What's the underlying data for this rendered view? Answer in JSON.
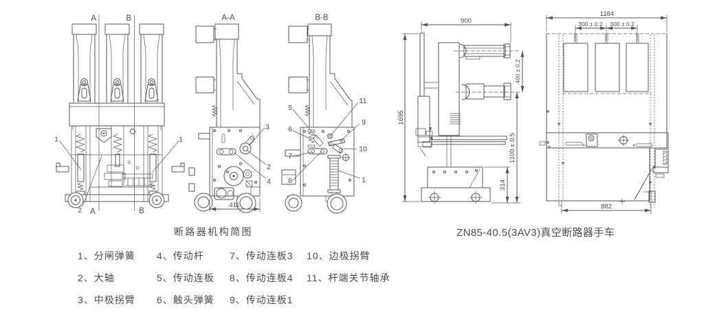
{
  "captions": {
    "left": "断路器机构简图",
    "right": "ZN85-40.5(3AV3)真空断路器手车"
  },
  "front_view": {
    "section_a_top": "A",
    "section_b_top": "B",
    "section_a_bottom": "A",
    "section_b_bottom": "B",
    "callout_1_left": "1",
    "callout_1_right": "1",
    "callout_2": "2"
  },
  "section_aa": {
    "title": "A-A",
    "callout_3": "3",
    "callout_2": "2",
    "callout_4": "4",
    "dim_width": "411"
  },
  "section_bb": {
    "title": "B-B",
    "callout_5": "5",
    "callout_6": "6",
    "callout_7": "7",
    "callout_8": "8",
    "callout_11": "11",
    "callout_9": "9",
    "callout_10": "10",
    "callout_1": "1"
  },
  "side_view": {
    "dim_width": "900",
    "dim_height": "1695",
    "dim_pole_pitch": "400 ± 0.2",
    "dim_contact_height": "1100 ± 0.5",
    "dim_base_height": "314"
  },
  "rear_view": {
    "dim_width": "1184",
    "dim_pitch_left": "300 ± 0.2",
    "dim_pitch_right": "300 ± 0.2",
    "dim_base_width": "882"
  },
  "legend": {
    "rows": [
      [
        "1、分闸弹簧",
        "4、传动杆",
        "7、传动连板3",
        "10、边极拐臂"
      ],
      [
        "2、大轴",
        "5、传动连板",
        "8、传动连板4",
        "11、杆端关节轴承"
      ],
      [
        "3、中极拐臂",
        "6、触头弹簧",
        "9、传动连板1"
      ]
    ]
  },
  "colors": {
    "line": "#565656",
    "text": "#4a4a4a",
    "background": "#ffffff"
  }
}
